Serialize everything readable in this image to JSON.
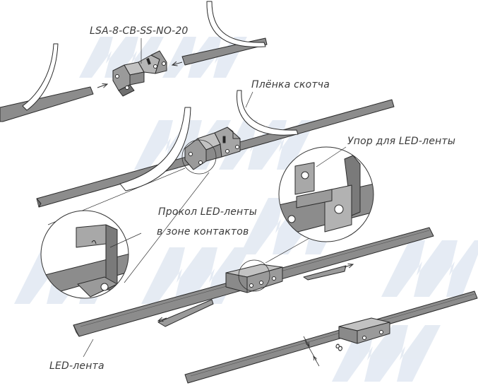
{
  "labels": {
    "model": "LSA-8-CB-SS-NO-20",
    "tape_film": "Плёнка скотча",
    "stop": "Упор для LED-ленты",
    "pierce_line1": "Прокол LED-ленты",
    "pierce_line2": "в зоне контактов",
    "led_strip": "LED-лента",
    "width_dim": "8"
  },
  "watermark": {
    "text": "MDM",
    "color": "#dfe7f1"
  },
  "colors": {
    "strip_fill": "#8c8c8c",
    "strip_edge": "#2b2b2b",
    "connector_fill": "#9a9a9a",
    "tape_fill": "#ffffff",
    "label_text": "#3a3a3a"
  }
}
